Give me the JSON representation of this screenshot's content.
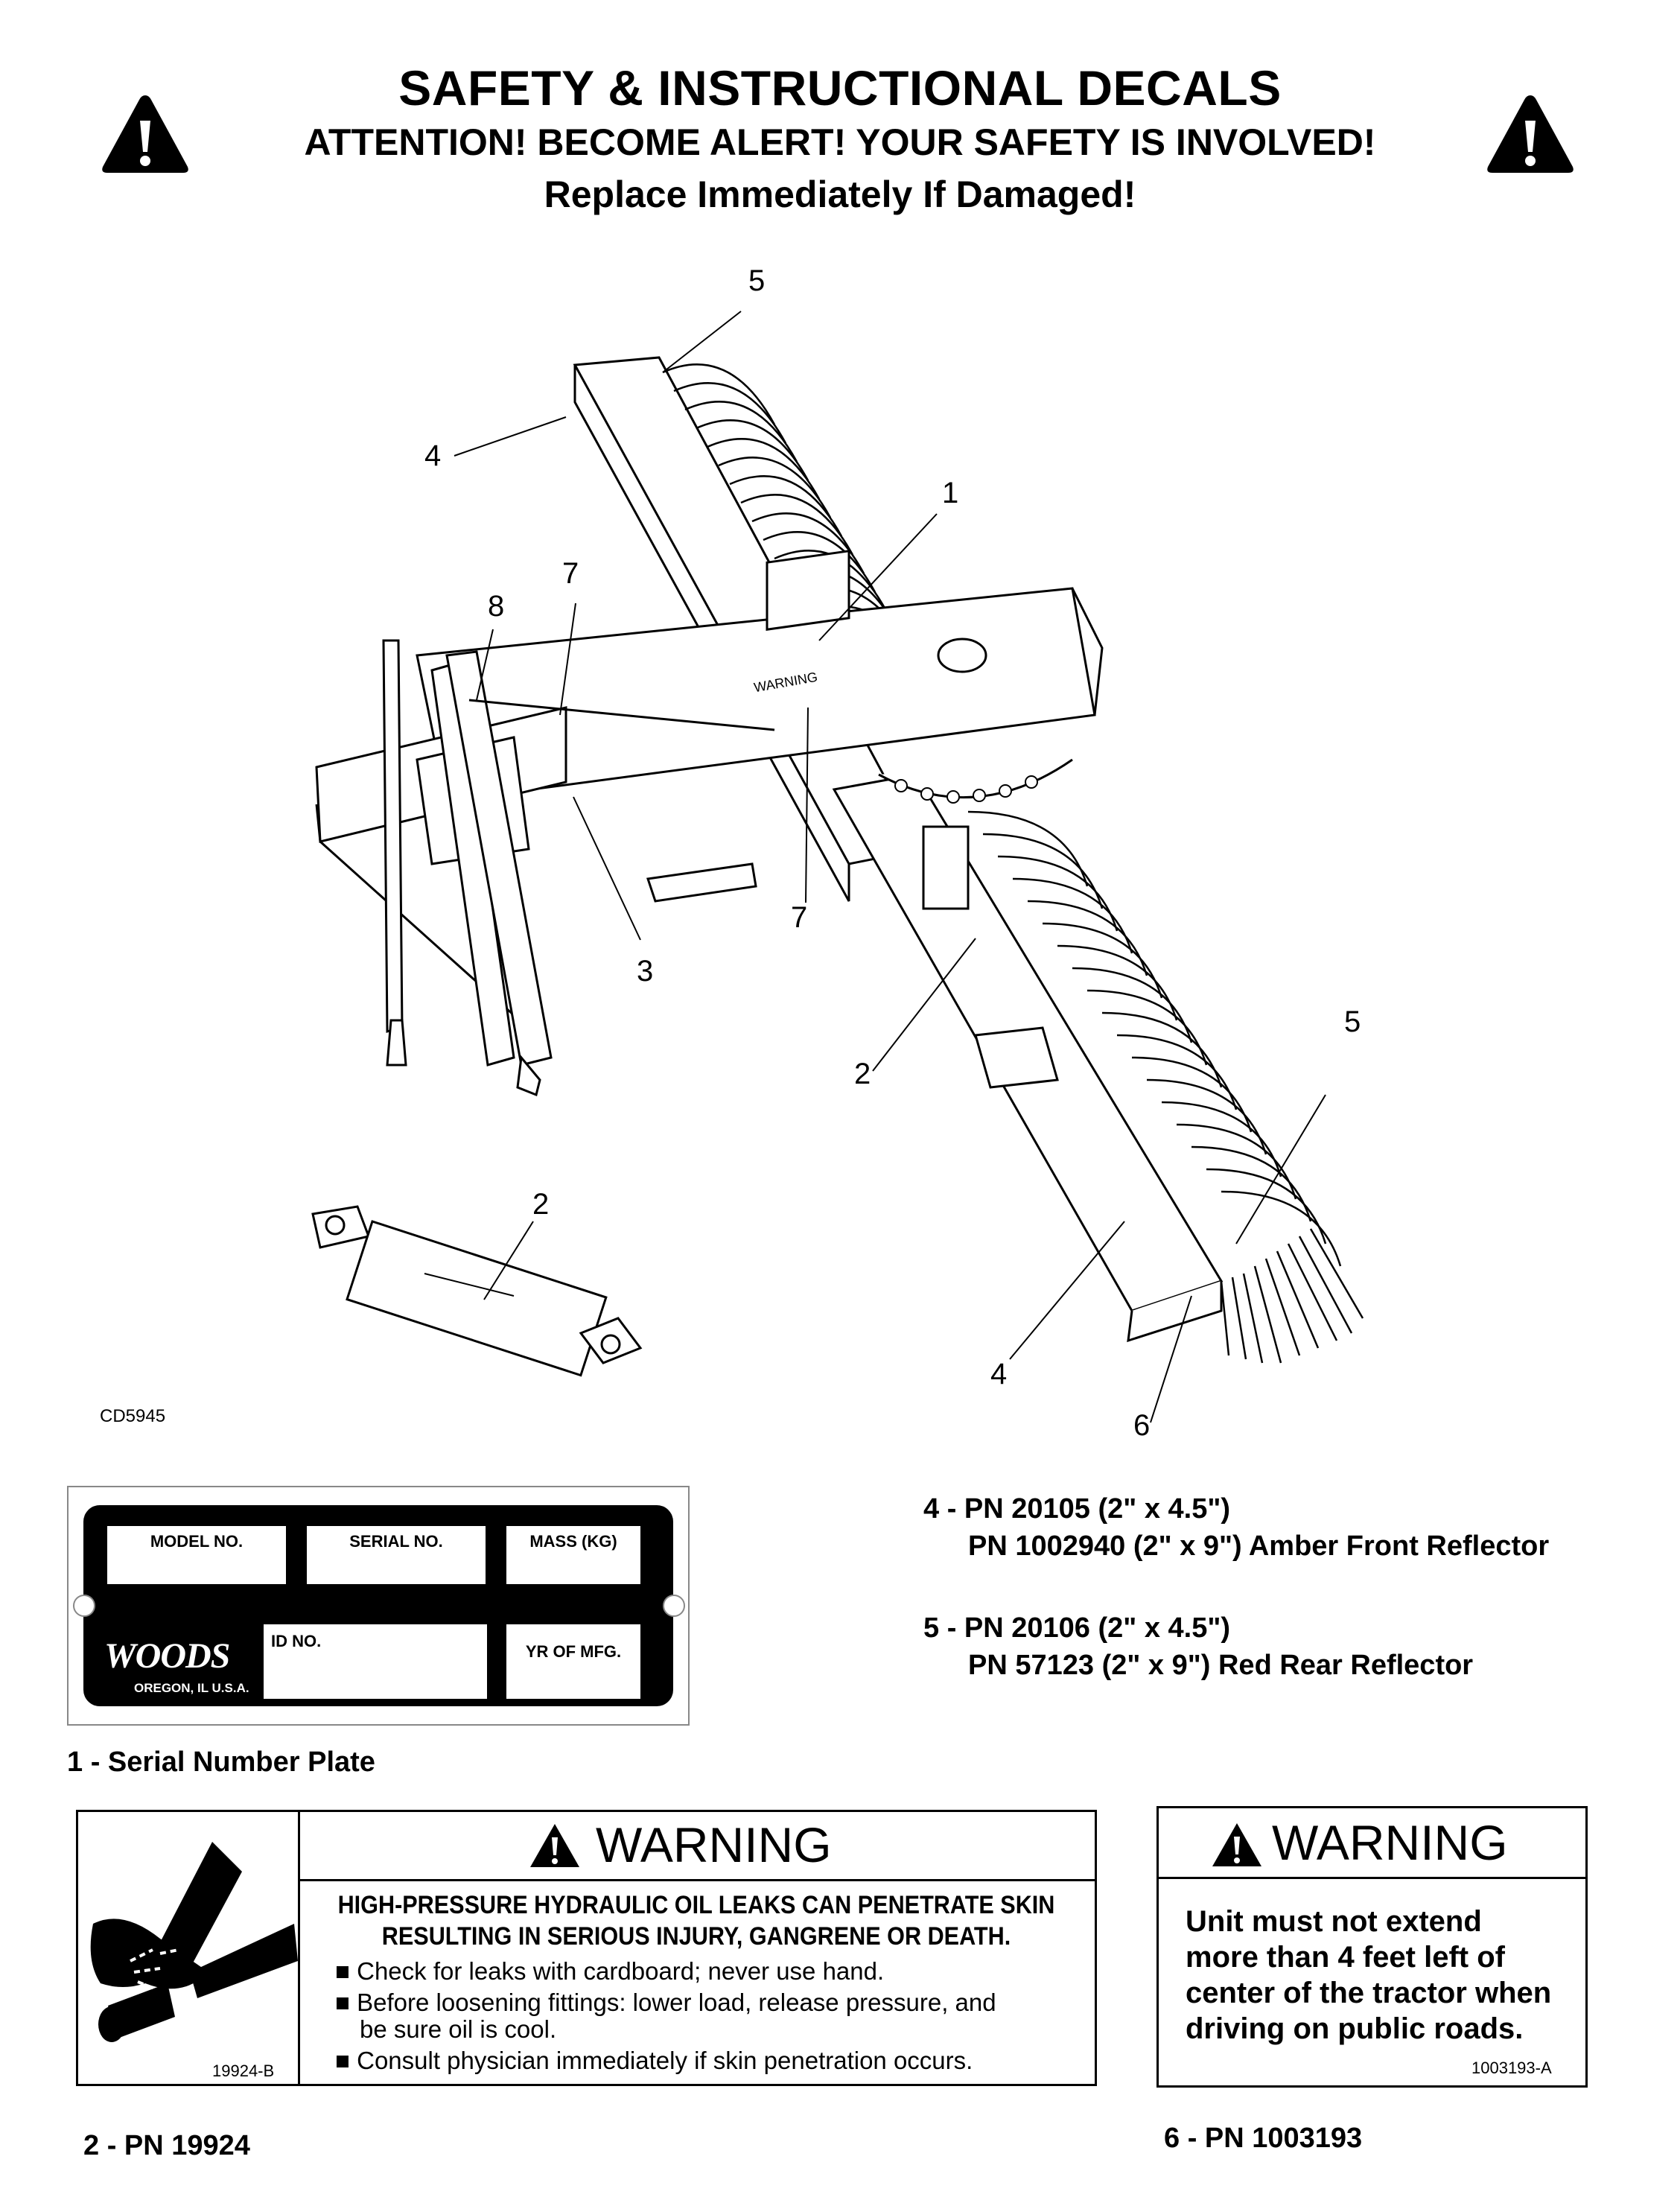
{
  "header": {
    "title": "SAFETY & INSTRUCTIONAL DECALS",
    "line2": "ATTENTION! BECOME ALERT! YOUR SAFETY IS INVOLVED!",
    "line3": "Replace Immediately If Damaged!"
  },
  "drawing": {
    "code": "CD5945",
    "callouts": [
      "5",
      "4",
      "1",
      "7",
      "8",
      "7",
      "3",
      "2",
      "5",
      "2",
      "4",
      "6"
    ],
    "decal_text": "WARNING"
  },
  "reflectors": {
    "item4_line1": "4 - PN 20105 (2\" x 4.5\")",
    "item4_line2": "PN 1002940 (2\" x 9\") Amber Front Reflector",
    "item5_line1": "5 - PN 20106 (2\" x 4.5\")",
    "item5_line2": "PN 57123 (2\" x 9\") Red Rear Reflector"
  },
  "serial_plate": {
    "model_no": "MODEL NO.",
    "serial_no": "SERIAL NO.",
    "mass": "MASS (KG)",
    "id_no": "ID NO.",
    "yr_mfg": "YR OF MFG.",
    "brand": "WOODS",
    "location": "OREGON, IL U.S.A.",
    "caption": "1 - Serial Number Plate"
  },
  "warning_hydraulic": {
    "title": "WARNING",
    "headline1": "HIGH-PRESSURE HYDRAULIC OIL LEAKS CAN PENETRATE SKIN",
    "headline2": "RESULTING IN SERIOUS INJURY, GANGRENE OR DEATH.",
    "bullet1": "Check for leaks with cardboard; never use hand.",
    "bullet2a": "Before loosening fittings: lower load, release pressure, and",
    "bullet2b": "be sure oil is cool.",
    "bullet3": "Consult physician immediately if skin penetration occurs.",
    "code": "19924-B",
    "caption": "2 - PN 19924"
  },
  "warning_road": {
    "title": "WARNING",
    "line1": "Unit must not extend",
    "line2": "more than 4 feet left of",
    "line3": "center of the tractor when",
    "line4": "driving on public roads.",
    "code": "1003193-A",
    "caption": "6 - PN 1003193"
  }
}
